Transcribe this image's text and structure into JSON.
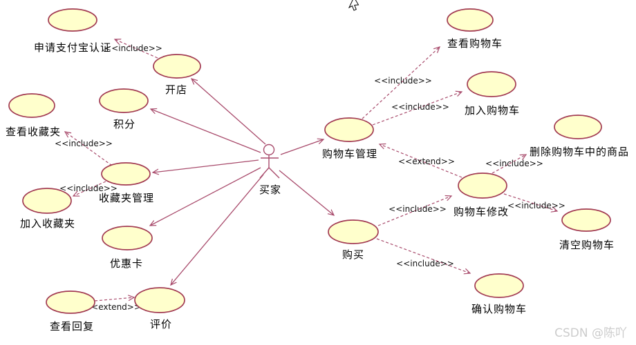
{
  "diagram": {
    "actor": {
      "label": "买家"
    },
    "use_cases": [
      {
        "id": "apply-alipay-cert",
        "label": "申请支付宝认证"
      },
      {
        "id": "open-shop",
        "label": "开店"
      },
      {
        "id": "view-favorites",
        "label": "查看收藏夹"
      },
      {
        "id": "points",
        "label": "积分"
      },
      {
        "id": "favorites-management",
        "label": "收藏夹管理"
      },
      {
        "id": "add-to-favorites",
        "label": "加入收藏夹"
      },
      {
        "id": "coupon-card",
        "label": "优惠卡"
      },
      {
        "id": "view-replies",
        "label": "查看回复"
      },
      {
        "id": "review",
        "label": "评价"
      },
      {
        "id": "cart-management",
        "label": "购物车管理"
      },
      {
        "id": "purchase",
        "label": "购买"
      },
      {
        "id": "view-cart",
        "label": "查看购物车"
      },
      {
        "id": "add-to-cart",
        "label": "加入购物车"
      },
      {
        "id": "delete-cart-items",
        "label": "删除购物车中的商品"
      },
      {
        "id": "modify-cart",
        "label": "购物车修改"
      },
      {
        "id": "empty-cart",
        "label": "清空购物车"
      },
      {
        "id": "confirm-cart",
        "label": "确认购物车"
      }
    ],
    "relations": [
      {
        "from": "开店",
        "to": "申请支付宝认证",
        "label": "<<include>>"
      },
      {
        "from": "收藏夹管理",
        "to": "查看收藏夹",
        "label": "<<include>>"
      },
      {
        "from": "收藏夹管理",
        "to": "加入收藏夹",
        "label": "<<include>>"
      },
      {
        "from": "查看回复",
        "to": "评价",
        "label": "<<extend>>"
      },
      {
        "from": "购物车管理",
        "to": "查看购物车",
        "label": "<<include>>"
      },
      {
        "from": "购物车管理",
        "to": "加入购物车",
        "label": "<<include>>"
      },
      {
        "from": "购物车修改",
        "to": "购物车管理",
        "label": "<<extend>>"
      },
      {
        "from": "购物车修改",
        "to": "删除购物车中的商品",
        "label": "<<include>>"
      },
      {
        "from": "购物车修改",
        "to": "清空购物车",
        "label": "<<include>>"
      },
      {
        "from": "购买",
        "to": "购物车修改",
        "label": "<<include>>"
      },
      {
        "from": "购买",
        "to": "确认购物车",
        "label": "<<include>>"
      }
    ]
  },
  "watermark": "CSDN @陈吖",
  "colors": {
    "use_case_fill": "#ffffcc",
    "use_case_stroke": "#a23a52",
    "connector": "#a84a6b",
    "label_text": "#000000",
    "watermark_text": "#cccccc"
  }
}
